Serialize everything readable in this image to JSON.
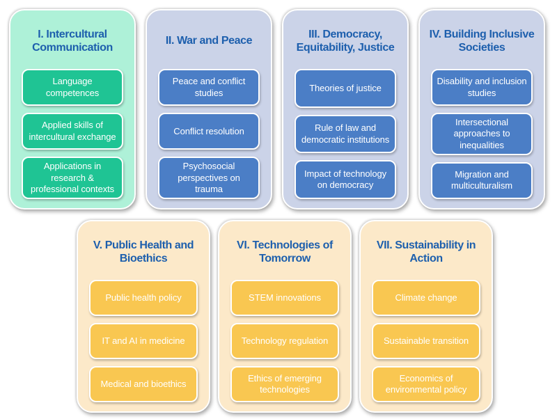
{
  "colors": {
    "title_text": "#1d5fad",
    "item_text": "#ffffff",
    "green_card_bg": "#aef1d8",
    "green_item_bg": "#1fc494",
    "blue_card_bg": "#cbd3e8",
    "blue_item_bg": "#4b7ec6",
    "amber_card_bg": "#fce9c9",
    "amber_item_bg": "#f9c751",
    "page_bg": "#ffffff"
  },
  "cards": [
    {
      "title": "I. Intercultural Communication",
      "theme": "green",
      "items": [
        "Language competences",
        "Applied skills of intercultural exchange",
        "Applications in research & professional contexts"
      ]
    },
    {
      "title": "II. War and Peace",
      "theme": "blue",
      "items": [
        "Peace and conflict studies",
        "Conflict resolution",
        "Psychosocial perspectives on trauma"
      ]
    },
    {
      "title": "III. Democracy, Equitability, Justice",
      "theme": "blue",
      "items": [
        "Theories of justice",
        "Rule of law and democratic institutions",
        "Impact of technology on democracy"
      ]
    },
    {
      "title": "IV. Building Inclusive Societies",
      "theme": "blue",
      "items": [
        "Disability and inclusion studies",
        "Intersectional approaches to inequalities",
        "Migration and multiculturalism"
      ]
    },
    {
      "title": "V. Public Health and Bioethics",
      "theme": "amber",
      "items": [
        "Public health policy",
        "IT and AI in medicine",
        "Medical and bioethics"
      ]
    },
    {
      "title": "VI. Technologies of Tomorrow",
      "theme": "amber",
      "items": [
        "STEM innovations",
        "Technology regulation",
        "Ethics of emerging technologies"
      ]
    },
    {
      "title": "VII. Sustainability in Action",
      "theme": "amber",
      "items": [
        "Climate change",
        "Sustainable transition",
        "Economics of environmental policy"
      ]
    }
  ]
}
